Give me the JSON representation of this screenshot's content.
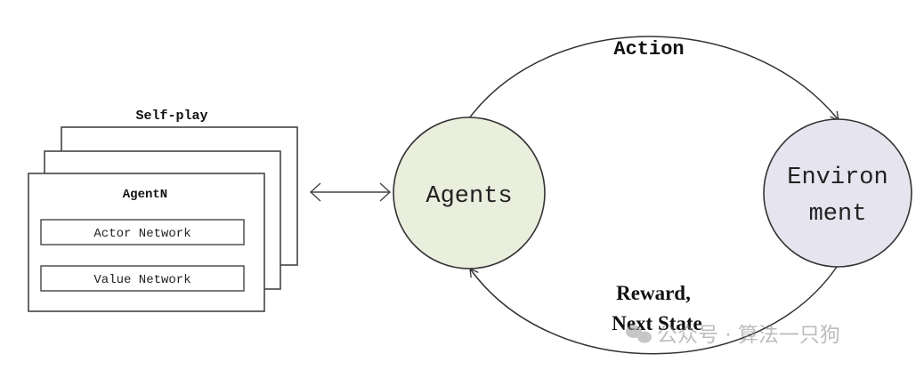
{
  "diagram": {
    "self_play_label": "Self-play",
    "agent_card": {
      "title": "AgentN",
      "networks": [
        "Actor Network",
        "Value Network"
      ]
    },
    "nodes": {
      "agents": "Agents",
      "environment_line1": "Environ",
      "environment_line2": "ment"
    },
    "edges": {
      "action": "Action",
      "reward_line1": "Reward,",
      "reward_line2": "Next State"
    },
    "watermark": "公众号 · 算法一只狗",
    "colors": {
      "agents_fill": "#e9eedd",
      "environment_fill": "#e6e4ee",
      "stroke": "#333333"
    }
  }
}
